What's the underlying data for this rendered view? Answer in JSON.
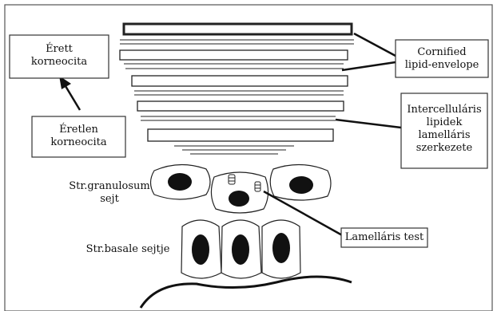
{
  "labels": {
    "mature": [
      "Érett",
      "korneocita"
    ],
    "immature": [
      "Éretlen",
      "korneocita"
    ],
    "cornified": [
      "Cornified",
      "lipid-envelope"
    ],
    "intercellular": [
      "Intercelluláris",
      "lipidek",
      "lamelláris",
      "szerkezete"
    ],
    "granulosum": [
      "Str.granulosum",
      "sejt"
    ],
    "basale": [
      "Str.basale sejtje"
    ],
    "lamellar_body": [
      "Lamelláris test"
    ]
  }
}
